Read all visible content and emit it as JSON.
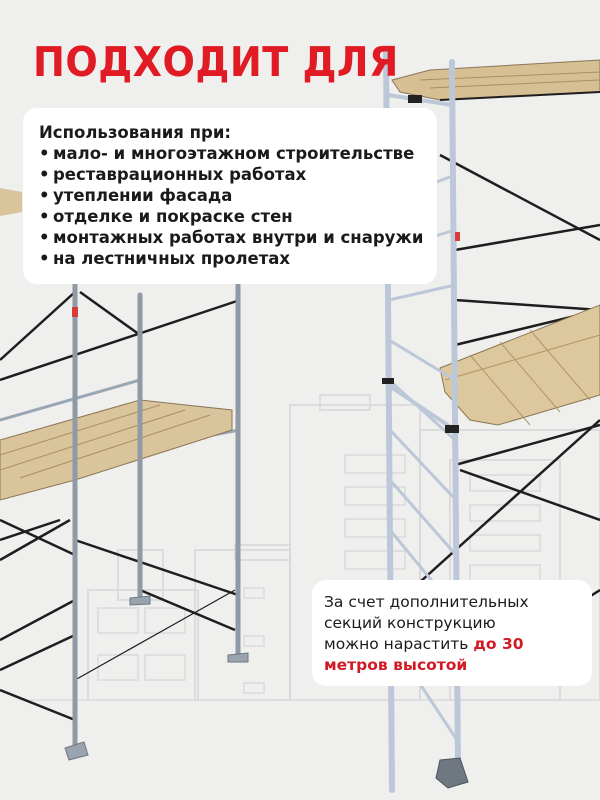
{
  "title": "ПОДХОДИТ ДЛЯ",
  "colors": {
    "accent": "#e01b24",
    "background": "#efefee",
    "card": "#ffffff",
    "text": "#1a1a1a",
    "scaffold_frame": "#b9c6d6",
    "brace": "#222222",
    "plank": "#d8c39a",
    "building_outline": "#d3d3d3"
  },
  "uses_card": {
    "heading": "Использования при:",
    "bullet": "•",
    "items": [
      "мало- и многоэтажном строительстве",
      "реставрационных работах",
      "утеплении фасада",
      "отделке и покраске стен",
      "монтажных работах внутри и снаружи",
      "на лестничных пролетах"
    ]
  },
  "height_card": {
    "text_line_1": "За счет дополнительных",
    "text_line_2": "секций конструкцию",
    "text_line_3": "можно нарастить ",
    "highlight_1": "до 30",
    "highlight_2": "метров высотой"
  },
  "illustration": {
    "subject": "scaffolding-towers",
    "background": "building-outlines"
  }
}
